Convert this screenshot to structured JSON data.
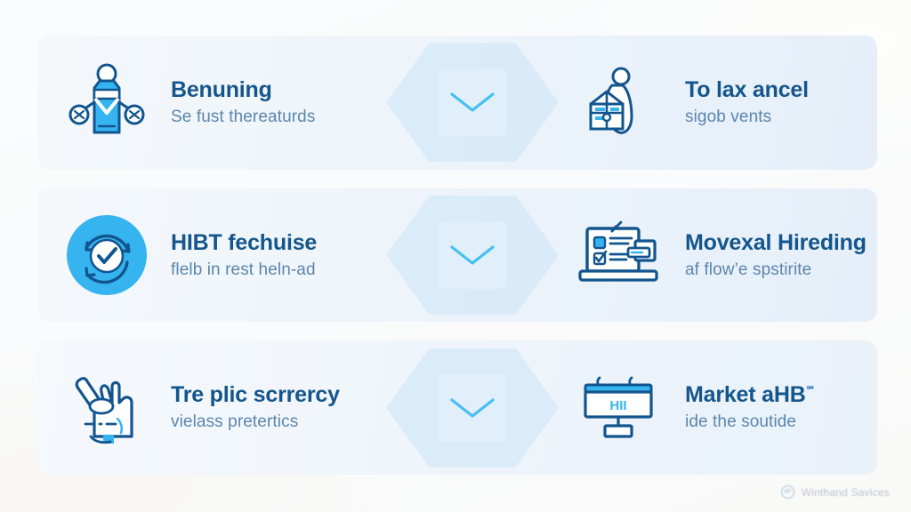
{
  "theme": {
    "background": "#fafcfe",
    "panel_start": "#f4f8fb",
    "panel_end": "#e6eff9",
    "title_color": "#14568c",
    "subtitle_color": "#5b86ad",
    "icon_dark": "#12558e",
    "icon_accent": "#35b4ef",
    "hex_fill": "#d6e9f8",
    "chevron_color": "#2bb6ef"
  },
  "rows": [
    {
      "left": {
        "icon": "person-figure-icon",
        "title": "Benuning",
        "subtitle": "Se fust thereaturds"
      },
      "connector": {
        "shape": "hexagon",
        "icon": "chevron-down-icon"
      },
      "right": {
        "icon": "person-with-toolbox-icon",
        "title": "To lax ancel",
        "subtitle": "sigob vents"
      }
    },
    {
      "left": {
        "icon": "refresh-check-circle-icon",
        "title": "HIBT fechuise",
        "subtitle": "flelb in rest heln-ad"
      },
      "connector": {
        "shape": "hexagon",
        "icon": "chevron-down-icon"
      },
      "right": {
        "icon": "laptop-checklist-icon",
        "title": "Movexal Hireding",
        "subtitle": "af flow’e spstirite"
      }
    },
    {
      "left": {
        "icon": "hand-document-icon",
        "title": "Tre plic scrrercy",
        "subtitle": "vielass pretertics"
      },
      "connector": {
        "shape": "hexagon",
        "icon": "chevron-down-icon"
      },
      "right": {
        "icon": "signboard-monitor-icon",
        "title": "Market aHB",
        "title_suffix": "℠",
        "subtitle": "ide the soutide",
        "screen_text": "HII"
      }
    }
  ],
  "watermark": {
    "icon": "circular-logo-icon",
    "text": "Winthand Savices"
  }
}
